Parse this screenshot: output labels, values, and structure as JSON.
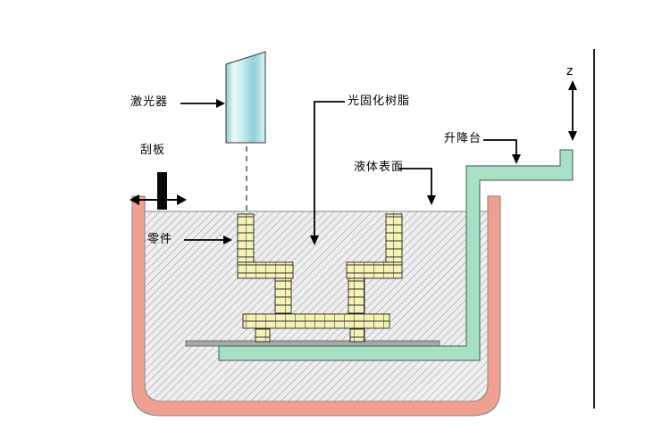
{
  "diagram": {
    "type": "SLA stereolithography process schematic",
    "labels": {
      "laser": "激光器",
      "scraper": "刮板",
      "part": "零件",
      "resin": "光固化树脂",
      "liquid_surface": "液体表面",
      "elevator": "升降台",
      "z_axis": "z"
    },
    "colors": {
      "vat": "#f0a091",
      "elevator": "#a9e0c5",
      "part_fill": "#f6f1b5",
      "hatch_bg": "#efefef",
      "hatch_line": "#9b9b9b",
      "laser_mid": "#bfe9ec",
      "plate": "#a9a9a9"
    }
  }
}
